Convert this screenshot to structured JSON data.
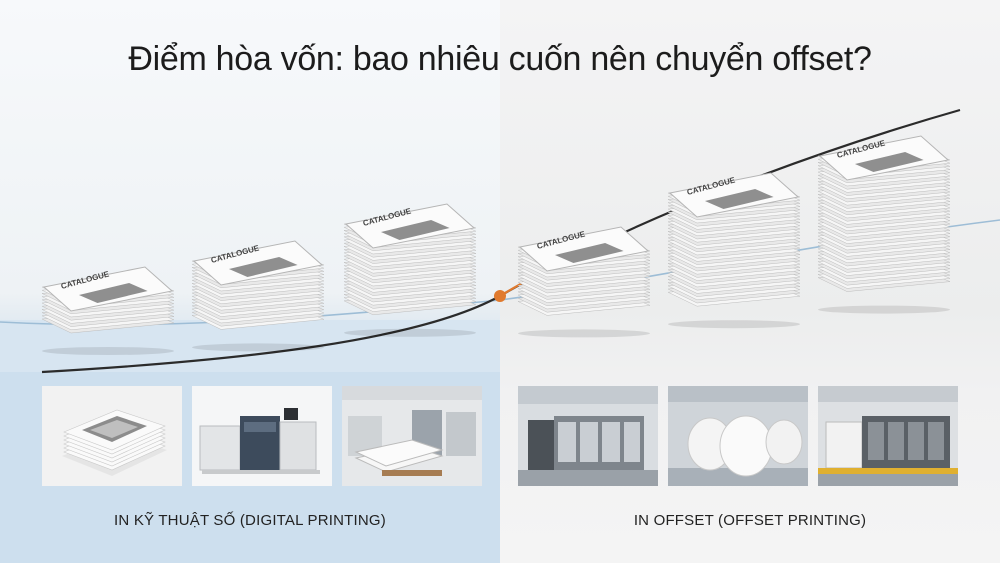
{
  "title": "Điểm hòa vốn: bao nhiêu cuốn nên chuyển offset?",
  "catalogue_label": "CATALOGUE",
  "sections": {
    "digital": {
      "caption": "IN KỸ THUẬT SỐ (DIGITAL PRINTING)"
    },
    "offset": {
      "caption": "IN OFFSET (OFFSET PRINTING)"
    }
  },
  "colors": {
    "digital_background": "#cfdeeb",
    "offset_curve": "#2b2b2b",
    "digital_curve": "#9dbdd6",
    "break_even_marker": "#e07a2e"
  },
  "stacks": [
    {
      "section": "digital",
      "relative_height": 1
    },
    {
      "section": "digital",
      "relative_height": 2
    },
    {
      "section": "digital",
      "relative_height": 3
    },
    {
      "section": "offset",
      "relative_height": 2
    },
    {
      "section": "offset",
      "relative_height": 4
    },
    {
      "section": "offset",
      "relative_height": 5
    }
  ],
  "photos": {
    "digital": [
      "catalogue-stack-photo",
      "digital-press-photo",
      "print-shop-photo"
    ],
    "offset": [
      "offset-press-photo",
      "paper-rolls-photo",
      "offset-press-line-photo"
    ]
  }
}
